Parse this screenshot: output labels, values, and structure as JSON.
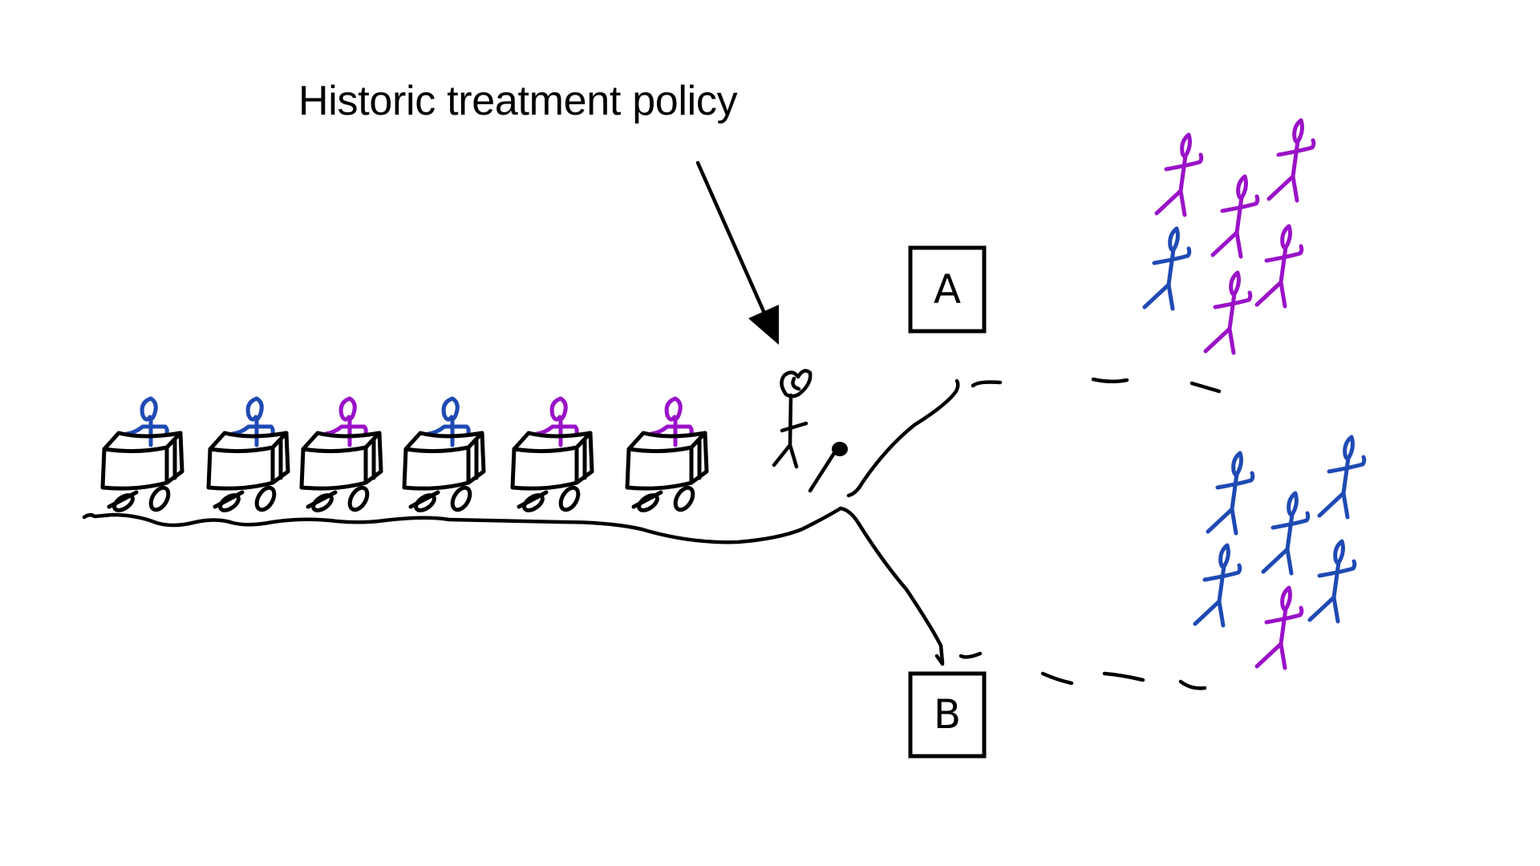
{
  "title": "Historic treatment policy",
  "colors": {
    "ink": "#000000",
    "group_blue": "#1f4ab4",
    "group_purple": "#9a12c8",
    "background": "#ffffff"
  },
  "queue": {
    "label": "patients waiting on carts",
    "patients": [
      {
        "group": "blue"
      },
      {
        "group": "blue"
      },
      {
        "group": "purple"
      },
      {
        "group": "blue"
      },
      {
        "group": "purple"
      },
      {
        "group": "purple"
      }
    ]
  },
  "decision_maker": {
    "label": "doctor",
    "icon": "stick-figure-icon",
    "tool": "lever-icon"
  },
  "arrow": {
    "points_to": "doctor"
  },
  "branches": [
    {
      "label": "A",
      "outcome_group": [
        {
          "group": "purple"
        },
        {
          "group": "purple"
        },
        {
          "group": "purple"
        },
        {
          "group": "blue"
        },
        {
          "group": "purple"
        },
        {
          "group": "purple"
        }
      ]
    },
    {
      "label": "B",
      "outcome_group": [
        {
          "group": "blue"
        },
        {
          "group": "blue"
        },
        {
          "group": "blue"
        },
        {
          "group": "blue"
        },
        {
          "group": "blue"
        },
        {
          "group": "purple"
        }
      ]
    }
  ]
}
